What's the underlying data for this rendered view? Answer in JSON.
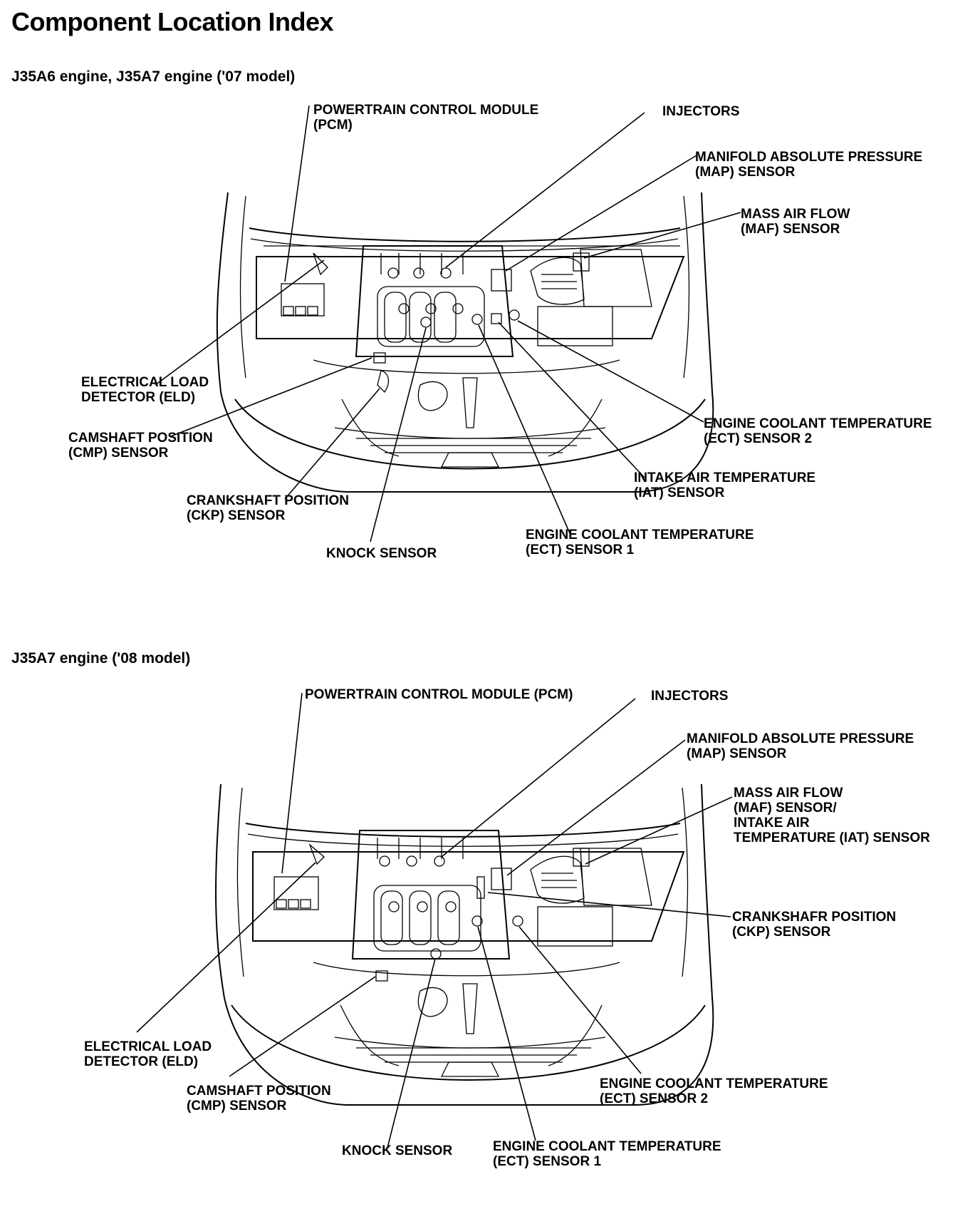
{
  "page_title": "Component Location Index",
  "sections": [
    {
      "title": "J35A6 engine, J35A7 engine ('07 model)",
      "callouts": {
        "pcm": [
          "POWERTRAIN CONTROL MODULE",
          "(PCM)"
        ],
        "injectors": [
          "INJECTORS"
        ],
        "map": [
          "MANIFOLD ABSOLUTE PRESSURE",
          "(MAP) SENSOR"
        ],
        "maf": [
          "MASS AIR FLOW",
          "(MAF) SENSOR"
        ],
        "eld": [
          "ELECTRICAL LOAD",
          "DETECTOR (ELD)"
        ],
        "cmp": [
          "CAMSHAFT POSITION",
          "(CMP) SENSOR"
        ],
        "ckp": [
          "CRANKSHAFT POSITION",
          "(CKP) SENSOR"
        ],
        "knock": [
          "KNOCK SENSOR"
        ],
        "ect1": [
          "ENGINE COOLANT TEMPERATURE",
          "(ECT) SENSOR 1"
        ],
        "iat": [
          "INTAKE AIR TEMPERATURE",
          "(IAT) SENSOR"
        ],
        "ect2": [
          "ENGINE COOLANT TEMPERATURE",
          "(ECT) SENSOR 2"
        ]
      }
    },
    {
      "title": "J35A7 engine ('08 model)",
      "callouts": {
        "pcm": [
          "POWERTRAIN CONTROL MODULE (PCM)"
        ],
        "injectors": [
          "INJECTORS"
        ],
        "map": [
          "MANIFOLD ABSOLUTE PRESSURE",
          "(MAP) SENSOR"
        ],
        "maf": [
          "MASS AIR FLOW",
          "(MAF) SENSOR/",
          "INTAKE AIR",
          "TEMPERATURE (IAT) SENSOR"
        ],
        "ckp": [
          "CRANKSHAFR POSITION",
          "(CKP) SENSOR"
        ],
        "eld": [
          "ELECTRICAL LOAD",
          "DETECTOR (ELD)"
        ],
        "cmp": [
          "CAMSHAFT POSITION",
          "(CMP) SENSOR"
        ],
        "knock": [
          "KNOCK SENSOR"
        ],
        "ect2": [
          "ENGINE COOLANT TEMPERATURE",
          "(ECT) SENSOR 2"
        ],
        "ect1": [
          "ENGINE COOLANT TEMPERATURE",
          "(ECT) SENSOR 1"
        ]
      }
    }
  ]
}
